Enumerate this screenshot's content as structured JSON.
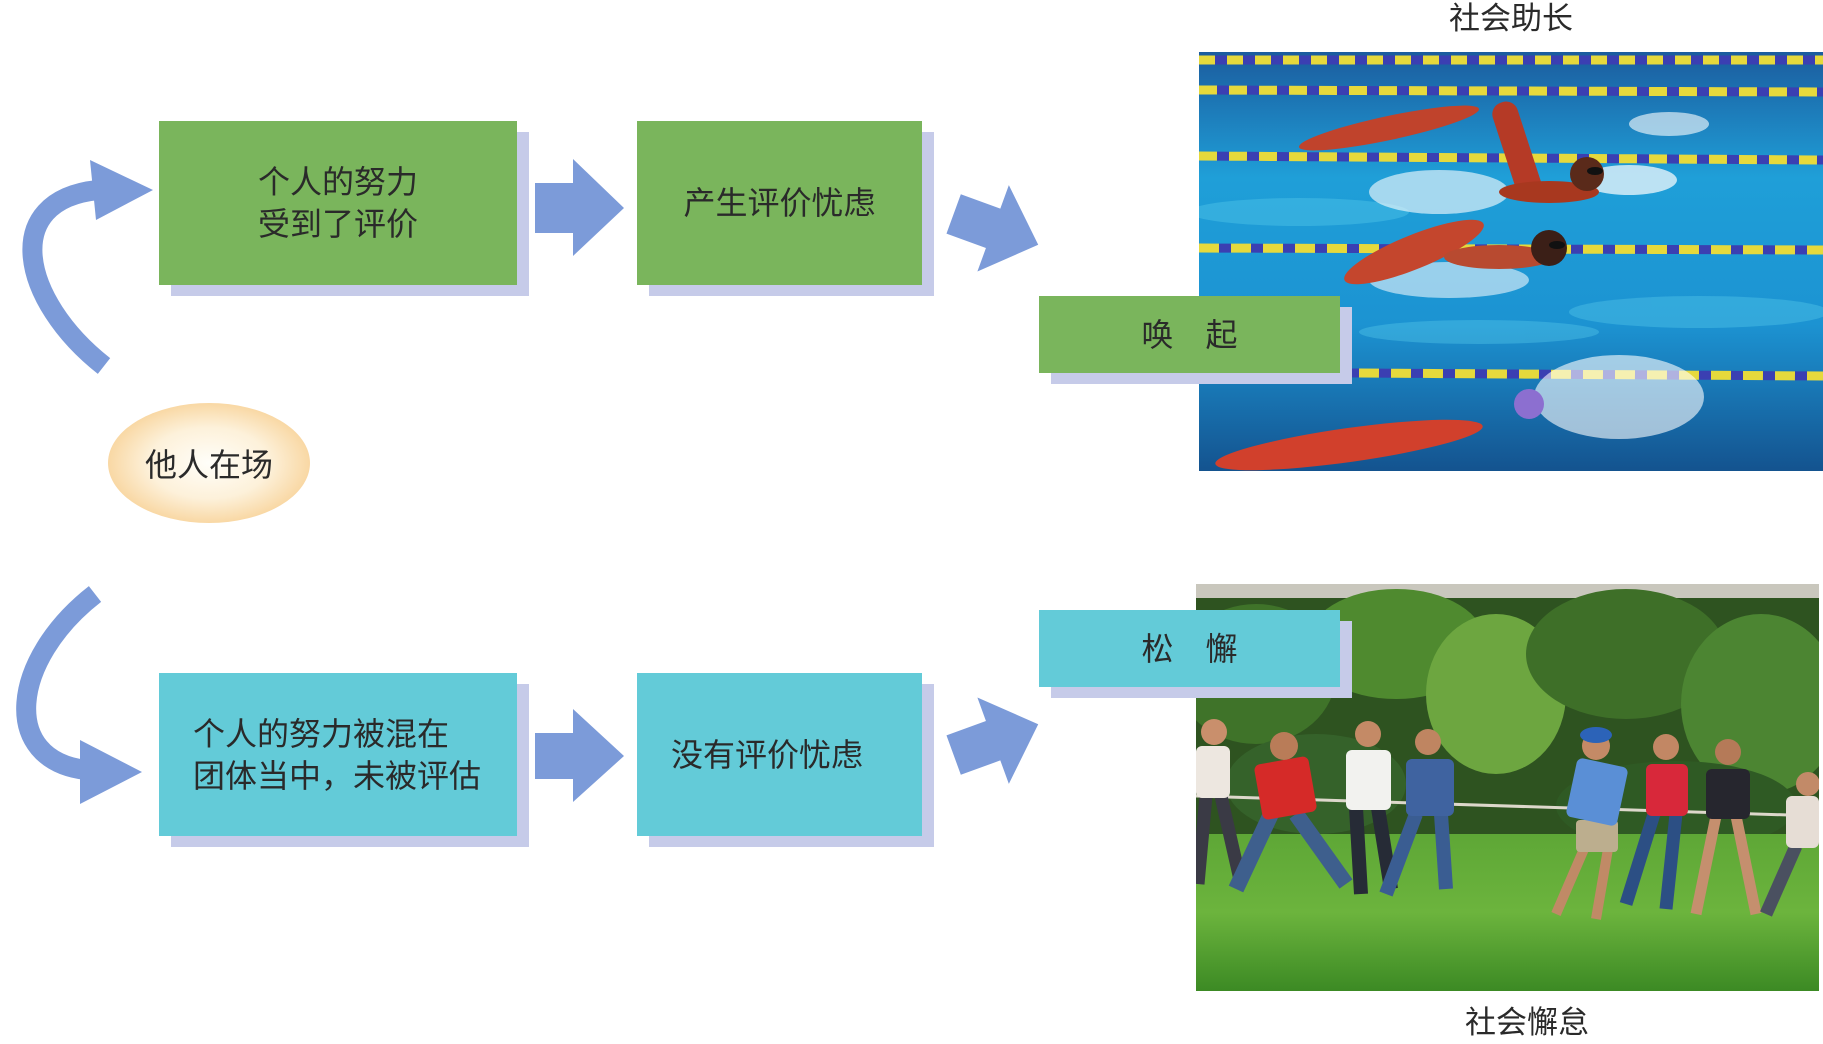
{
  "top_row": {
    "evaluated_box": {
      "line1": "个人的努力",
      "line2": "受到了评价"
    },
    "apprehension_box": {
      "label": "产生评价忧虑"
    },
    "outcome_box": {
      "label": "唤　起"
    },
    "photo_caption": "社会助长"
  },
  "others_present": {
    "label": "他人在场"
  },
  "bottom_row": {
    "hidden_box": {
      "line1": "个人的努力被混在",
      "line2": "团体当中，未被评估"
    },
    "no_apprehension_box": {
      "label": "没有评价忧虑"
    },
    "outcome_box": {
      "label": "松　懈"
    },
    "photo_caption": "社会懈怠"
  },
  "colors": {
    "green": "#7ab55c",
    "cyan": "#63cbd8",
    "arrow": "#7c9bd9",
    "shadow": "#c6cbe9"
  }
}
